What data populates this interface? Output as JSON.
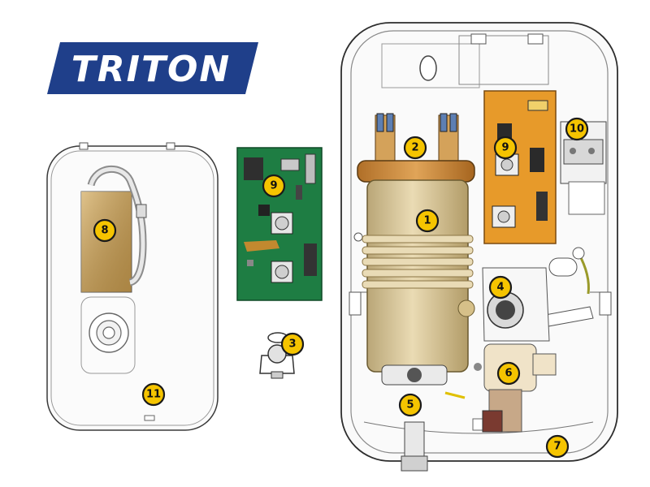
{
  "brand": {
    "logo_text": "TRITON",
    "logo_color": "#1f3f8a"
  },
  "callouts": [
    "1",
    "2",
    "3",
    "4",
    "5",
    "6",
    "7",
    "8",
    "9",
    "9",
    "10",
    "11"
  ],
  "colors": {
    "outline": "#3a3a3a",
    "housing": "#f7f7f7",
    "heater_tank": "#d9c79a",
    "heater_top": "#c98a3a",
    "pcb_green": "#1e7d43",
    "pcb_orange": "#e79a2a",
    "callout_fill": "#f5c400",
    "label_plate": "#b8904a"
  }
}
